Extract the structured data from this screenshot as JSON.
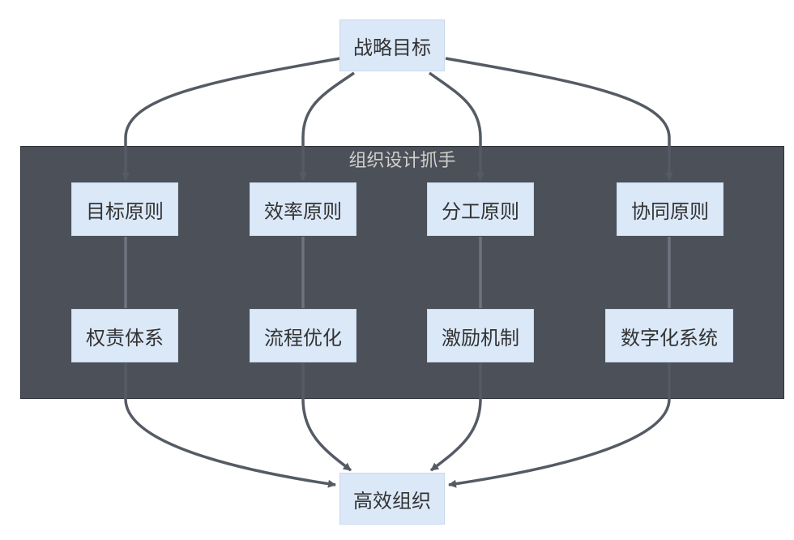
{
  "diagram": {
    "top_node": "战略目标",
    "bottom_node": "高效组织",
    "group_label": "组织设计抓手",
    "principles": [
      "目标原则",
      "效率原则",
      "分工原则",
      "协同原则"
    ],
    "mechanisms": [
      "权责体系",
      "流程优化",
      "激励机制",
      "数字化系统"
    ]
  },
  "colors": {
    "node_fill": "#dbe8f8",
    "group_fill": "#4b5059",
    "edge": "#555b64",
    "inner_edge": "#6d7480",
    "group_label": "#d3d0cc",
    "text": "#333333"
  }
}
